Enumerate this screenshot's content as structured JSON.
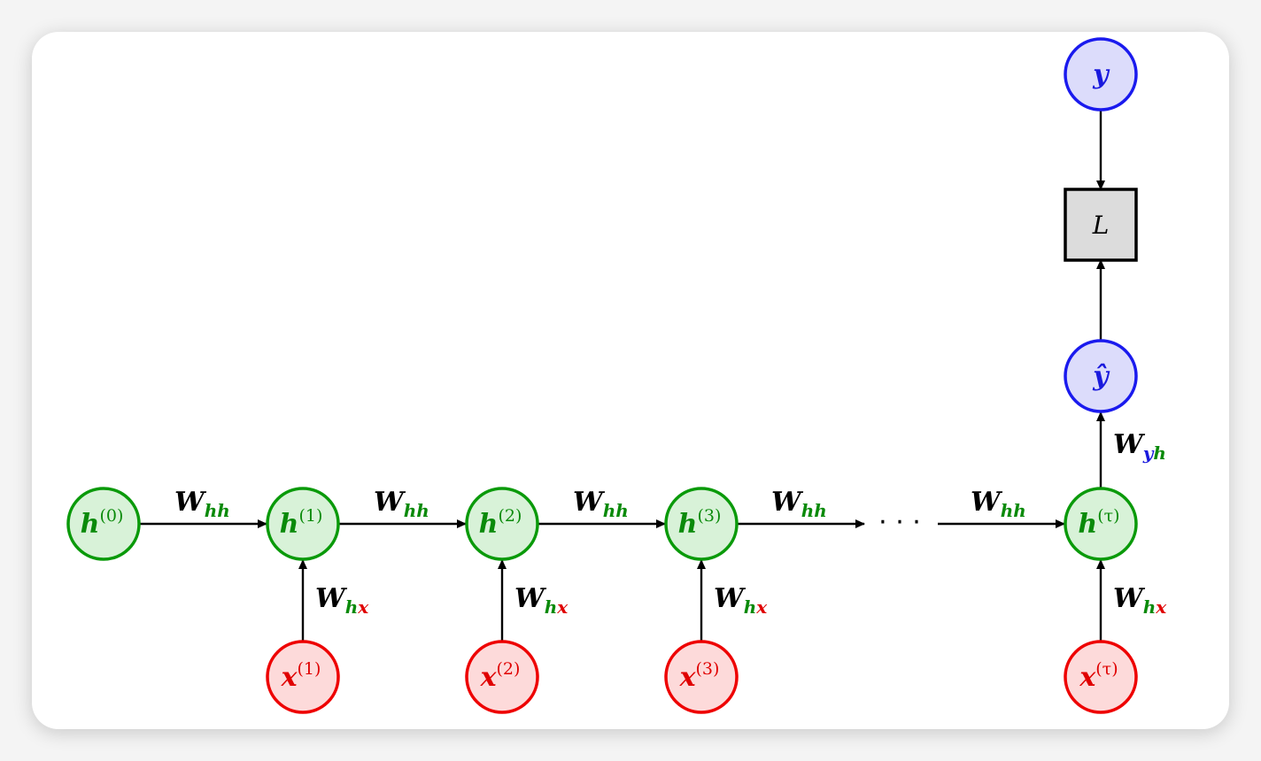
{
  "colors": {
    "hidden_stroke": "#0a9a0a",
    "hidden_fill": "#d8f2d8",
    "hidden_text": "#0a8a0a",
    "input_stroke": "#ee0000",
    "input_fill": "#fddada",
    "input_text": "#e00000",
    "output_stroke": "#1a1aee",
    "output_fill": "#dcdcfb",
    "output_text": "#1a1add",
    "loss_fill": "#dcdcdc",
    "edge": "#000000"
  },
  "hidden": [
    {
      "base": "h",
      "sup": "(0)"
    },
    {
      "base": "h",
      "sup": "(1)"
    },
    {
      "base": "h",
      "sup": "(2)"
    },
    {
      "base": "h",
      "sup": "(3)"
    },
    {
      "base": "h",
      "sup": "(τ)"
    }
  ],
  "inputs": [
    {
      "base": "x",
      "sup": "(1)"
    },
    {
      "base": "x",
      "sup": "(2)"
    },
    {
      "base": "x",
      "sup": "(3)"
    },
    {
      "base": "x",
      "sup": "(τ)"
    }
  ],
  "output_hat": "ŷ",
  "target": "y",
  "loss": "L",
  "ellipsis": "· · ·",
  "weights": {
    "W": "W",
    "hh": "hh",
    "hx_h": "h",
    "hx_x": "x",
    "yh_y": "y",
    "yh_h": "h"
  }
}
